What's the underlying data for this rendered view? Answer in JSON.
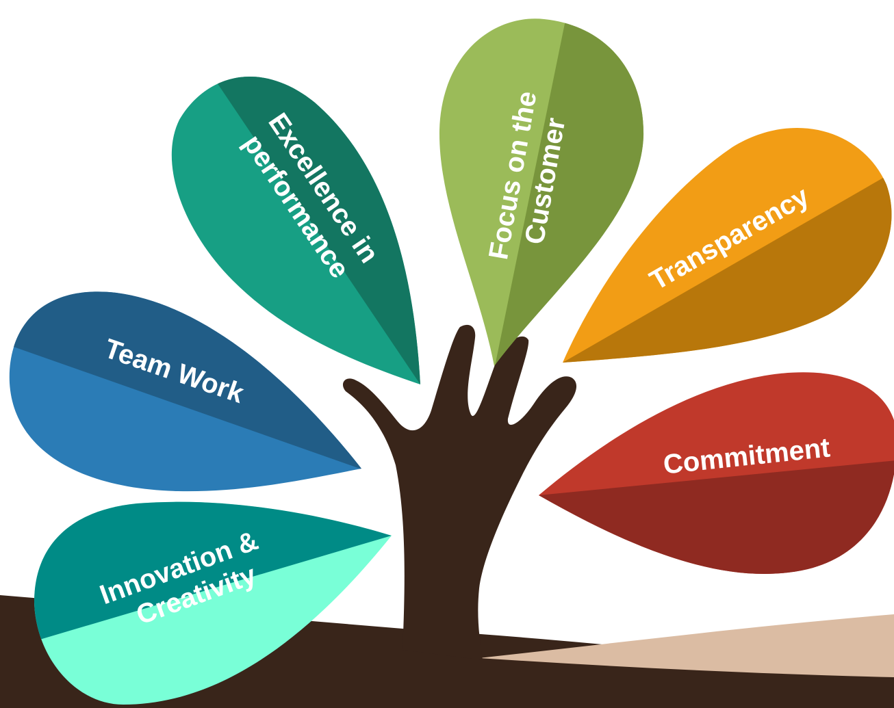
{
  "values": {
    "team_work": {
      "label": "Team Work",
      "colors": {
        "dark": "#215d87",
        "light": "#2b7cb6"
      }
    },
    "excellence": {
      "lines": [
        "Excellence in",
        "performance"
      ],
      "colors": {
        "dark": "#137661",
        "light": "#179f84"
      }
    },
    "customer": {
      "lines": [
        "Focus on the",
        "Customer"
      ],
      "colors": {
        "dark": "#78953c",
        "light": "#9bbb59"
      }
    },
    "transparency": {
      "label": "Transparency",
      "colors": {
        "dark": "#b8770b",
        "light": "#f29d15"
      }
    },
    "commitment": {
      "label": "Commitment",
      "colors": {
        "dark": "#8f2a21",
        "light": "#c0392b"
      }
    },
    "innovation": {
      "lines": [
        "Innovation &",
        "Creativity"
      ],
      "colors": {
        "dark": "#008b86",
        "light": "#79ffd7"
      }
    }
  },
  "colors": {
    "ground": "#39251a",
    "trunk": "#39251a",
    "sand": "#dbbca3",
    "text": "#ffffff"
  }
}
